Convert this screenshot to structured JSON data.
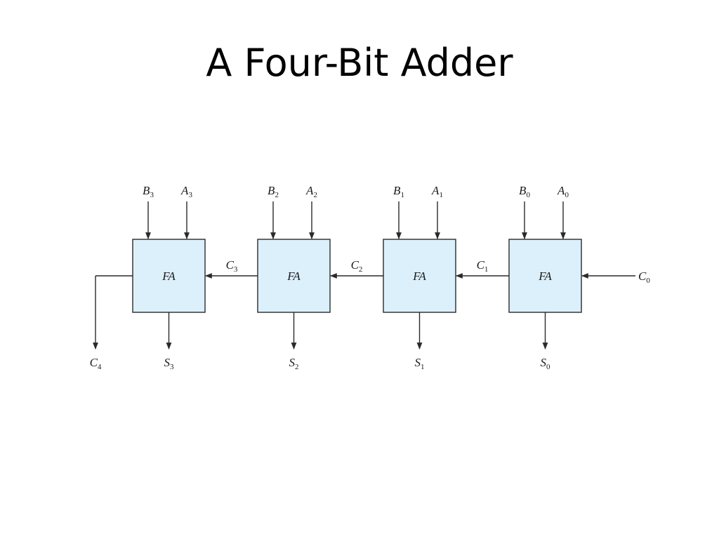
{
  "title": "A Four-Bit Adder",
  "colors": {
    "box_fill": "#dcf0fb",
    "line": "#2a2a2a",
    "background": "#ffffff"
  },
  "diagram": {
    "cells": [
      {
        "label": "FA",
        "b": {
          "base": "B",
          "sub": "3"
        },
        "a": {
          "base": "A",
          "sub": "3"
        },
        "s": {
          "base": "S",
          "sub": "3"
        },
        "carry_in": {
          "base": "C",
          "sub": "3"
        }
      },
      {
        "label": "FA",
        "b": {
          "base": "B",
          "sub": "2"
        },
        "a": {
          "base": "A",
          "sub": "2"
        },
        "s": {
          "base": "S",
          "sub": "2"
        },
        "carry_in": {
          "base": "C",
          "sub": "2"
        }
      },
      {
        "label": "FA",
        "b": {
          "base": "B",
          "sub": "1"
        },
        "a": {
          "base": "A",
          "sub": "1"
        },
        "s": {
          "base": "S",
          "sub": "1"
        },
        "carry_in": {
          "base": "C",
          "sub": "1"
        }
      },
      {
        "label": "FA",
        "b": {
          "base": "B",
          "sub": "0"
        },
        "a": {
          "base": "A",
          "sub": "0"
        },
        "s": {
          "base": "S",
          "sub": "0"
        },
        "carry_in": {
          "base": "C",
          "sub": "0"
        }
      }
    ],
    "carry_out": {
      "base": "C",
      "sub": "4"
    }
  }
}
